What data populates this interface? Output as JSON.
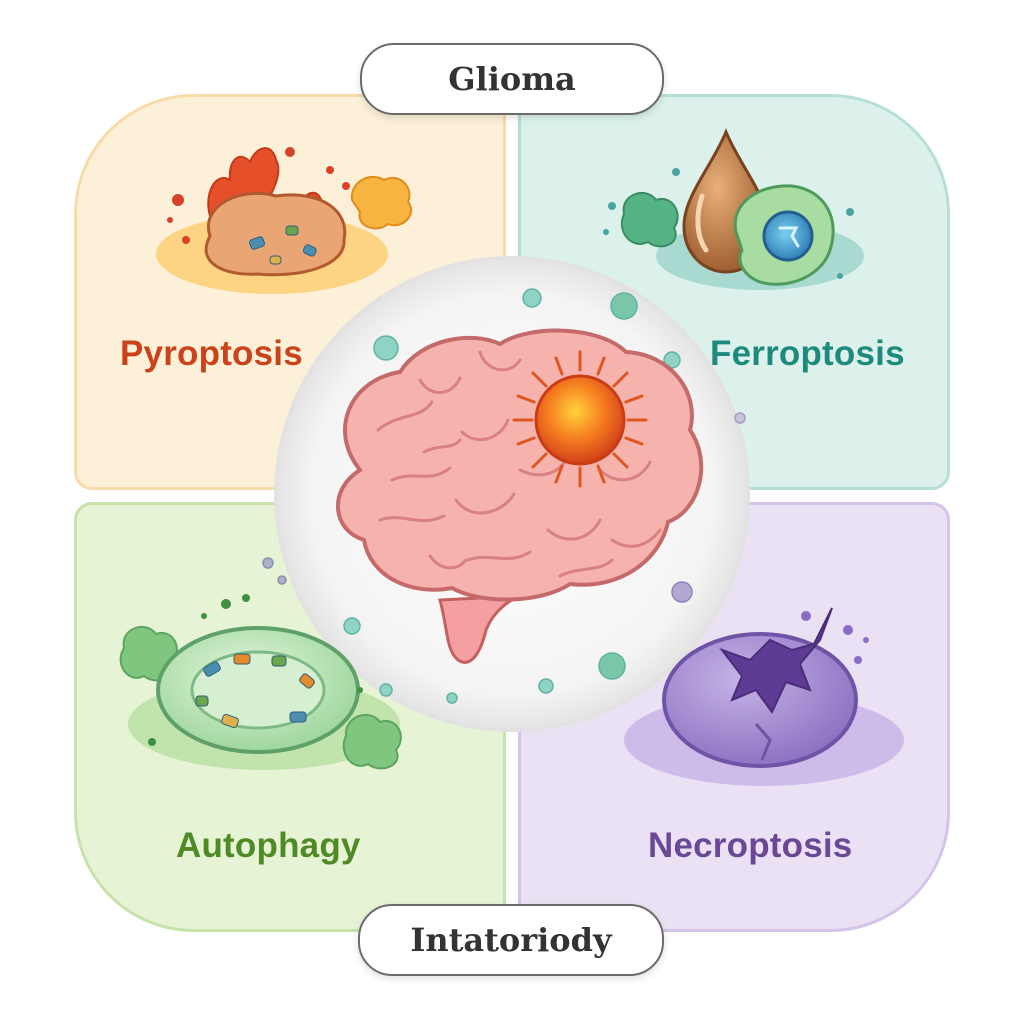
{
  "title": "Glioma",
  "footer": "Intatoriody",
  "quadrants": {
    "top_left": {
      "label": "Pyroptosis",
      "bg": "#fdf0d8",
      "border": "#f7dcaa",
      "text": "#c9421a"
    },
    "top_right": {
      "label": "Ferroptosis",
      "bg": "#dcf1ec",
      "border": "#b6e0d6",
      "text": "#1e8a7e"
    },
    "bottom_left": {
      "label": "Autophagy",
      "bg": "#e6f3d5",
      "border": "#c7e3ac",
      "text": "#4f8a24"
    },
    "bottom_right": {
      "label": "Necroptosis",
      "bg": "#ebe1f4",
      "border": "#d5c4ea",
      "text": "#6a4896"
    }
  },
  "icons": {
    "center": "brain-tumor-icon",
    "top_left": "inflamed-cell-icon",
    "top_right": "iron-droplet-cell-icon",
    "bottom_left": "autophagosome-cell-icon",
    "bottom_right": "ruptured-cell-icon"
  }
}
